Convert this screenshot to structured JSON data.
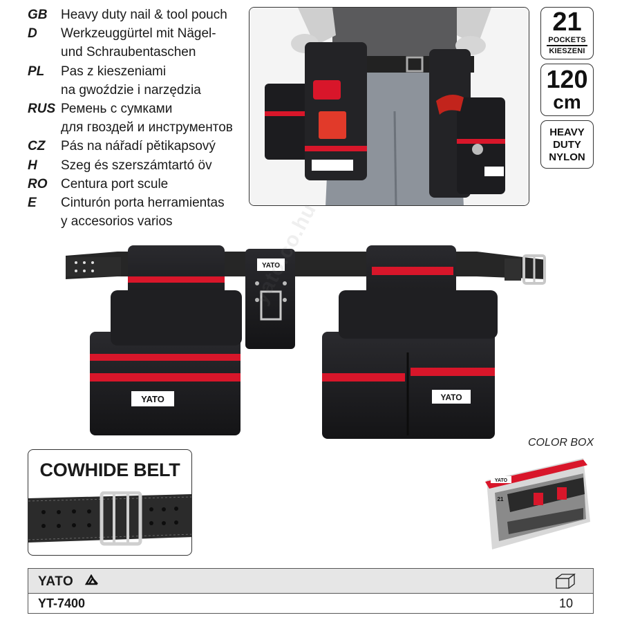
{
  "languages": [
    {
      "code": "GB",
      "text": "Heavy duty nail & tool pouch"
    },
    {
      "code": "D",
      "text": "Werkzeuggürtel mit Nägel-\nund Schraubentaschen"
    },
    {
      "code": "PL",
      "text": "Pas z kieszeniami\nna gwoździe i narzędzia"
    },
    {
      "code": "RUS",
      "text": "Ремень с сумками\nдля гвоздей и инструментов"
    },
    {
      "code": "CZ",
      "text": "Pás na nářadí pětikapsový"
    },
    {
      "code": "H",
      "text": "Szeg és szerszámtartó öv"
    },
    {
      "code": "RO",
      "text": "Centura port scule"
    },
    {
      "code": "E",
      "text": "Cinturón porta herramientas\ny accesorios varios"
    }
  ],
  "badges": {
    "pockets_number": "21",
    "pockets_label_1": "POCKETS",
    "pockets_label_2": "KIESZENI",
    "length_number": "120",
    "length_unit": "cm",
    "material_1": "HEAVY",
    "material_2": "DUTY",
    "material_3": "NYLON"
  },
  "product": {
    "logo_text": "YATO",
    "watermark": "yato.co.hu"
  },
  "cowhide": {
    "title": "COWHIDE BELT"
  },
  "color_box": {
    "label": "COLOR BOX",
    "box_logo": "YATO",
    "box_pockets": "21"
  },
  "footer": {
    "brand": "YATO",
    "code": "YT-7400",
    "quantity": "10"
  },
  "colors": {
    "accent_red": "#d8162a",
    "pouch_black": "#1c1c1f",
    "belt_black": "#2a2a2a"
  },
  "icons": [
    "yato-logo-icon",
    "package-box-icon"
  ]
}
